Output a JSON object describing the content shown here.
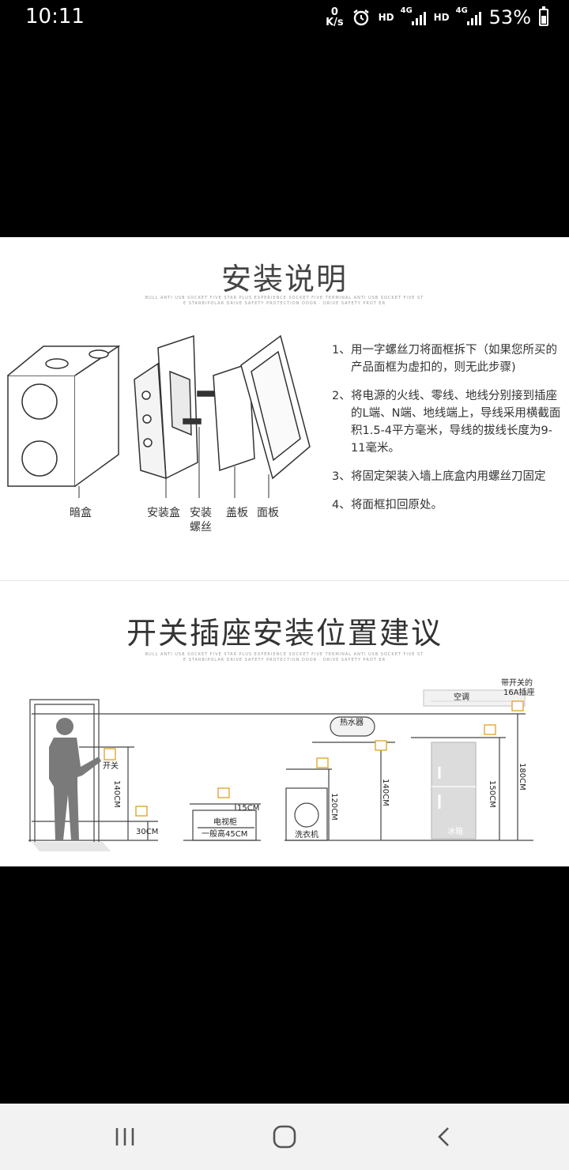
{
  "status_bar": {
    "time": "10:11",
    "net_speed_value": "0",
    "net_speed_unit": "K/s",
    "hd1": "HD",
    "net1": "4G",
    "hd2": "HD",
    "net2": "4G",
    "battery": "53%",
    "battery_level": 0.53
  },
  "install_section": {
    "title": "安装说明",
    "tagline_1": "BULL ANTI USB SOCKET FIVE STAR PLUS EXPERIENCE SOCKET FIVE TERMINAL ANTI USB SOCKET FIVE ST",
    "tagline_2": "E STARBIPOLAR DRIVE SAFETY PROTECTION DOOR · DRIVE SAFETY PROT ER",
    "part_labels": {
      "box": "暗盒",
      "mount_box": "安装盒",
      "screw_1": "安装",
      "screw_2": "螺丝",
      "cover": "盖板",
      "panel": "面板"
    },
    "steps": [
      {
        "num": "1、",
        "text": "用一字螺丝刀将面框拆下（如果您所买的产品面框为虚扣的，则无此步骤)"
      },
      {
        "num": "2、",
        "text": "将电源的火线、零线、地线分别接到插座的L端、N端、地线端上，导线采用横截面积1.5-4平方毫米，导线的拔线长度为9-11毫米。"
      },
      {
        "num": "3、",
        "text": "将固定架装入墙上底盒内用螺丝刀固定"
      },
      {
        "num": "4、",
        "text": "将面框扣回原处。"
      }
    ]
  },
  "position_section": {
    "title": "开关插座安装位置建议",
    "tagline_1": "BULL ANTI USB SOCKET FIVE STAR PLUS EXPERIENCE SOCKET FIVE TERMINAL ANTI USB SOCKET FIVE ST",
    "tagline_2": "E STARBIPOLAR DRIVE SAFETY PROTECTION DOOR · DRIVE SAFETY PROT ER",
    "labels": {
      "switch": "开关",
      "switch_height": "140CM",
      "low_socket": "30CM",
      "tv_gap": "15CM",
      "tv_cabinet": "电视柜",
      "tv_height": "一般高45CM",
      "washer": "洗衣机",
      "washer_height": "120CM",
      "water_heater": "热水器",
      "water_heater_height": "140CM",
      "fridge": "冰箱",
      "fridge_height": "150CM",
      "ac": "空调",
      "ac_socket_1": "带开关的",
      "ac_socket_2": "16A插座",
      "ac_height": "180CM"
    },
    "colors": {
      "socket_icon": "#e0a020",
      "silhouette": "#7a7a7a",
      "line": "#444444"
    }
  },
  "nav_bar": {
    "recents": "recents-icon",
    "home": "home-icon",
    "back": "back-icon"
  }
}
